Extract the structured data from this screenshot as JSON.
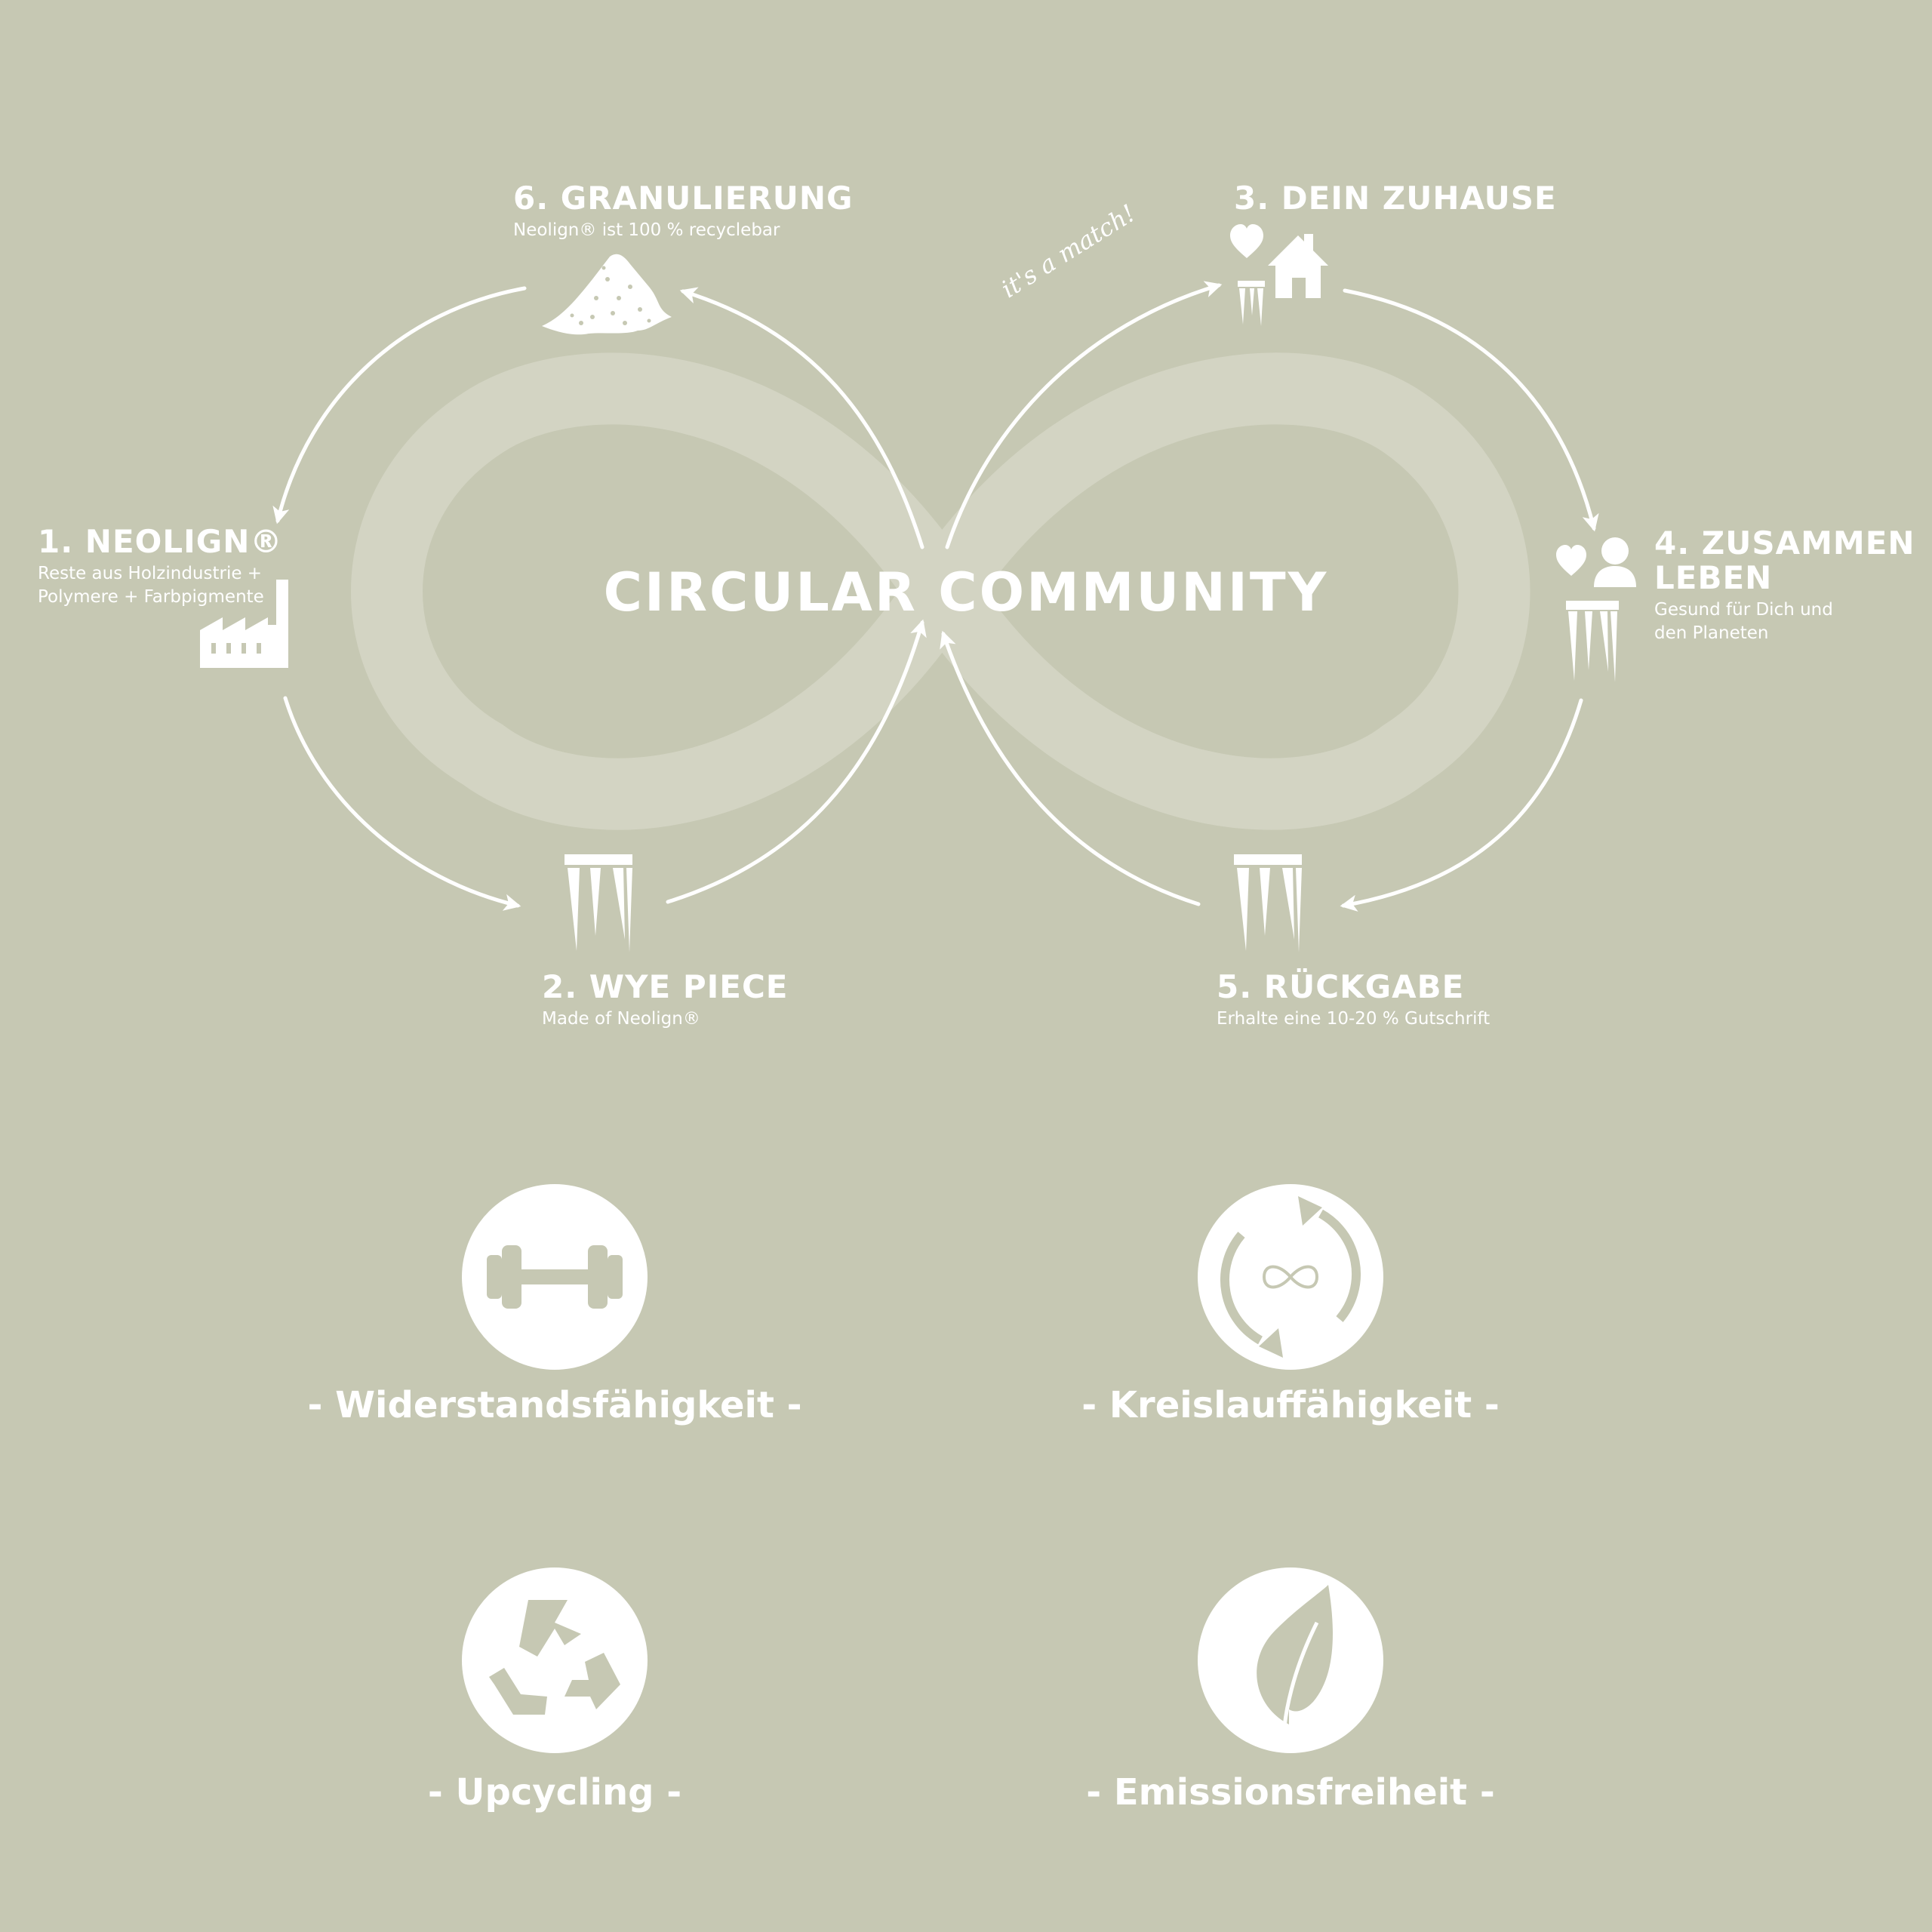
{
  "colors": {
    "background": "#c6c8b3",
    "foreground": "#ffffff",
    "infinity_band": "#d3d4c3",
    "icon_inner": "#c6c8b3"
  },
  "diagram": {
    "center_title": "CIRCULAR COMMUNITY",
    "tagline": "it's a match!",
    "steps": [
      {
        "title": "1. NEOLIGN®",
        "subtitle": [
          "Reste aus Holzindustrie +",
          "Polymere + Farbpigmente"
        ],
        "icon": "factory-icon"
      },
      {
        "title": "2. WYE PIECE",
        "subtitle": [
          "Made of Neolign®"
        ],
        "icon": "stool-icon"
      },
      {
        "title": "3. DEIN ZUHAUSE",
        "subtitle": [],
        "icon": "house-icon"
      },
      {
        "title": "4. ZUSAMMEN",
        "title2": "LEBEN",
        "subtitle": [
          "Gesund für Dich und",
          "den Planeten"
        ],
        "icon": "person-icon"
      },
      {
        "title": "5. RÜCKGABE",
        "subtitle": [
          "Erhalte eine 10-20 % Gutschrift"
        ],
        "icon": "stool-icon"
      },
      {
        "title": "6. GRANULIERUNG",
        "subtitle": [
          "Neolign® ist 100 % recyclebar"
        ],
        "icon": "granulate-pile-icon"
      }
    ]
  },
  "features": [
    {
      "label": "- Widerstandsfähigkeit -",
      "icon": "dumbbell-icon"
    },
    {
      "label": "- Kreislauffähigkeit -",
      "icon": "cycle-infinity-icon"
    },
    {
      "label": "- Upcycling -",
      "icon": "recycle-icon"
    },
    {
      "label": "- Emissionsfreiheit -",
      "icon": "leaf-icon"
    }
  ]
}
